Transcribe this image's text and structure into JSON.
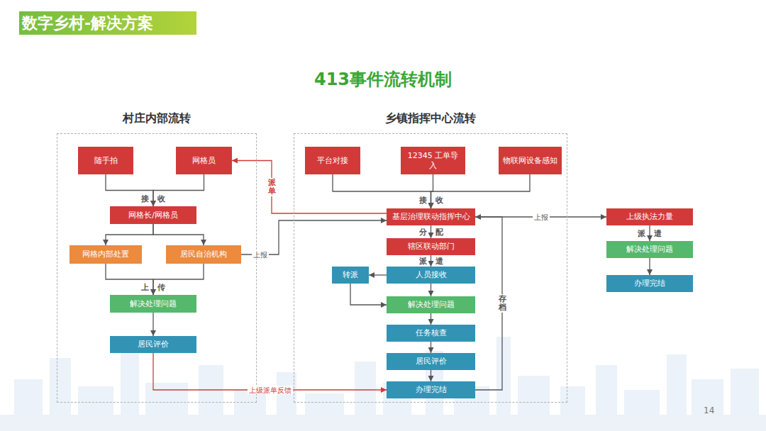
{
  "diagram": {
    "title": "413事件流转机制",
    "nodes": [
      {
        "text": [
          "数字乡村-解决方案"
        ]
      },
      {
        "text": [
          "村庄内部流转"
        ]
      },
      {
        "text": [
          "随手拍"
        ],
        "in": 1
      },
      {
        "text": [
          "网格员"
        ],
        "in": 1
      },
      {
        "text": [
          "网格长/网格员"
        ],
        "in": 1
      },
      {
        "text": [
          "网格内部处置"
        ],
        "in": 1
      },
      {
        "text": [
          "居民自治机构"
        ],
        "in": 1
      },
      {
        "text": [
          "解决处理问题"
        ],
        "in": 1
      },
      {
        "text": [
          "居民评价"
        ],
        "in": 1
      },
      {
        "text": [
          "乡镇指挥中心流转"
        ]
      },
      {
        "text": [
          "平台对接"
        ],
        "in": 9
      },
      {
        "text": [
          "12345 工单导入"
        ],
        "in": 9
      },
      {
        "text": [
          "物联网设备感知"
        ],
        "in": 9
      },
      {
        "text": [
          "基层治理联动指挥中心"
        ],
        "in": 9
      },
      {
        "text": [
          "辖区联动部门"
        ],
        "in": 9
      },
      {
        "text": [
          "转派"
        ],
        "in": 9
      },
      {
        "text": [
          "人员接收"
        ],
        "in": 9
      },
      {
        "text": [
          "解决处理问题"
        ],
        "in": 9
      },
      {
        "text": [
          "任务核查"
        ],
        "in": 9
      },
      {
        "text": [
          "居民评价"
        ],
        "in": 9
      },
      {
        "text": [
          "办理完结"
        ],
        "in": 9
      },
      {
        "text": [
          "上级执法力量"
        ]
      },
      {
        "text": [
          "解决处理问题"
        ]
      },
      {
        "text": [
          "办理完结"
        ]
      }
    ],
    "edges": [
      {
        "from": 2,
        "to": 4,
        "arrow": "to",
        "label": "接收"
      },
      {
        "from": 3,
        "to": 4,
        "arrow": "to"
      },
      {
        "from": 4,
        "to": 5,
        "arrow": "to"
      },
      {
        "from": 4,
        "to": 6,
        "arrow": "to"
      },
      {
        "from": 5,
        "to": 7,
        "arrow": "to",
        "label": "上传"
      },
      {
        "from": 6,
        "to": 7,
        "arrow": "to"
      },
      {
        "from": 7,
        "to": 8,
        "arrow": "to"
      },
      {
        "from": 8,
        "to": 20,
        "arrow": "to",
        "label": "上级派单反馈"
      },
      {
        "from": 6,
        "to": 13,
        "arrow": "to",
        "label": "上报"
      },
      {
        "from": 13,
        "to": 3,
        "arrow": "to",
        "label": "派单"
      },
      {
        "from": 10,
        "to": 13,
        "arrow": "to",
        "label": "接收"
      },
      {
        "from": 11,
        "to": 13,
        "arrow": "to"
      },
      {
        "from": 12,
        "to": 13,
        "arrow": "to"
      },
      {
        "from": 13,
        "to": 14,
        "arrow": "to",
        "label": "分配"
      },
      {
        "from": 14,
        "to": 16,
        "arrow": "to",
        "label": "派遣"
      },
      {
        "from": 16,
        "to": 15,
        "arrow": "to"
      },
      {
        "from": 15,
        "to": 17,
        "arrow": "to"
      },
      {
        "from": 16,
        "to": 17,
        "arrow": "to"
      },
      {
        "from": 17,
        "to": 18,
        "arrow": "to"
      },
      {
        "from": 18,
        "to": 19,
        "arrow": "to"
      },
      {
        "from": 19,
        "to": 20,
        "arrow": "to"
      },
      {
        "from": 20,
        "to": 13,
        "arrow": "to",
        "label": "存档"
      },
      {
        "from": 13,
        "to": 21,
        "arrow": "to",
        "label": "上报"
      },
      {
        "from": 21,
        "to": 22,
        "arrow": "to",
        "label": "派遣"
      },
      {
        "from": 22,
        "to": 23,
        "arrow": "to"
      }
    ],
    "labels": [
      "14"
    ]
  }
}
